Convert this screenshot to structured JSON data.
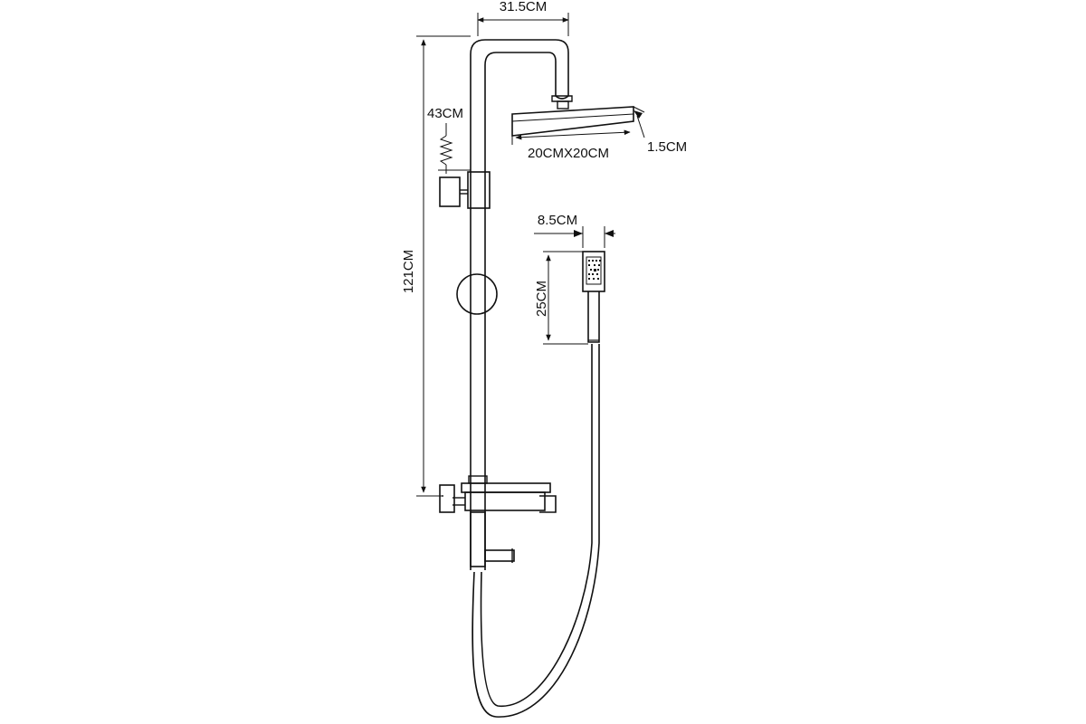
{
  "dimensions": {
    "arm_width": "31.5CM",
    "slide_spacing": "43CM",
    "head_size": "20CMX20CM",
    "head_thickness": "1.5CM",
    "handheld_width": "8.5CM",
    "handheld_length": "25CM",
    "total_height": "121CM"
  }
}
